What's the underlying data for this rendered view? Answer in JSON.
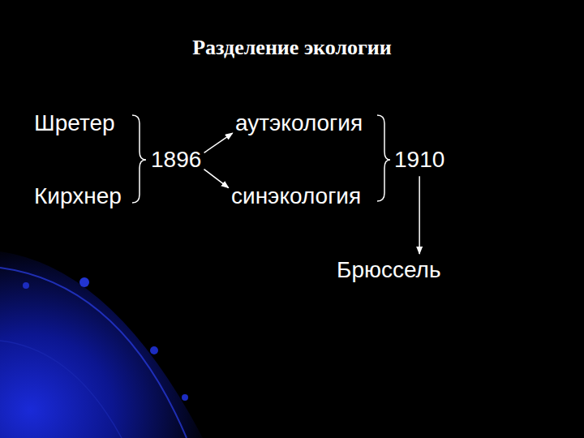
{
  "diagram": {
    "title": "Разделение экологии",
    "nodes": [
      {
        "text": [
          "Шретер"
        ]
      },
      {
        "text": [
          "Кирхнер"
        ]
      },
      {
        "text": [
          "1896"
        ]
      },
      {
        "text": [
          "аутэкология"
        ]
      },
      {
        "text": [
          "синэкология"
        ]
      },
      {
        "text": [
          "1910"
        ]
      },
      {
        "text": [
          "Брюссель"
        ]
      }
    ],
    "edges": [
      {
        "from": 2,
        "to": 3,
        "arrow": "to"
      },
      {
        "from": 2,
        "to": 4,
        "arrow": "to"
      },
      {
        "from": 5,
        "to": 6,
        "arrow": "to"
      }
    ]
  }
}
